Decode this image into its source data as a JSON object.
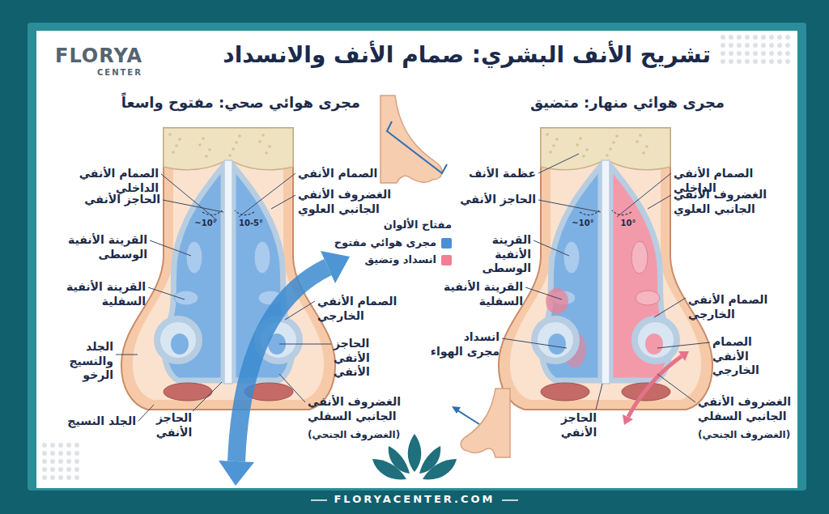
{
  "diagram": {
    "title": "تشريح الأنف البشري: صمام الأنف والانسداد",
    "labels": [
      "FLORYA",
      "CENTER",
      "مجرى هوائي صحي: مفتوح واسعاً",
      "مجرى هوائي منهار: متضيق",
      "الصمام الأنفي الداخلي",
      "الحاجز الأنفي",
      "القرينة الأنفية الوسطى",
      "القرينة الأنفية السفلية",
      "الجلد والنسيج الرخو",
      "الجلد النسيج",
      "الحاجز الأنفي",
      "الصمام الأنفي",
      "الغضروف الأنفي الجانبي العلوي",
      "الصمام الأنفي الخارجي",
      "الحاجز الأنفي الأنفي",
      "الغضروف الأنفي الجانبي السفلي",
      "(الغضروف الجنحي)",
      "~10°",
      "10-5°",
      "عظمة الأنف",
      "الحاجز الأنفي",
      "القرينة الأنفية الوسطى",
      "القرينة الأنفية السفلية",
      "انسداد مجرى الهواء",
      "الحاجز الأنفي",
      "الصمام الأنفي الداخلي",
      "الغضروف الأنفي الجانبي العلوي",
      "الصمام الأنفي الخارجي",
      "الصمام الأنفي الخارجي",
      "الغضروف الأنفي الجانبي السفلي",
      "(الغضروف الجنحي)",
      "~10°",
      "10°",
      "مفتاح الألوان",
      "FLORYACENTER.COM"
    ],
    "legend": [
      {
        "text": "مجرى هوائي مفتوح",
        "color": "#4a8fd4"
      },
      {
        "text": "انسداد وتضيق",
        "color": "#ef8094"
      }
    ]
  }
}
